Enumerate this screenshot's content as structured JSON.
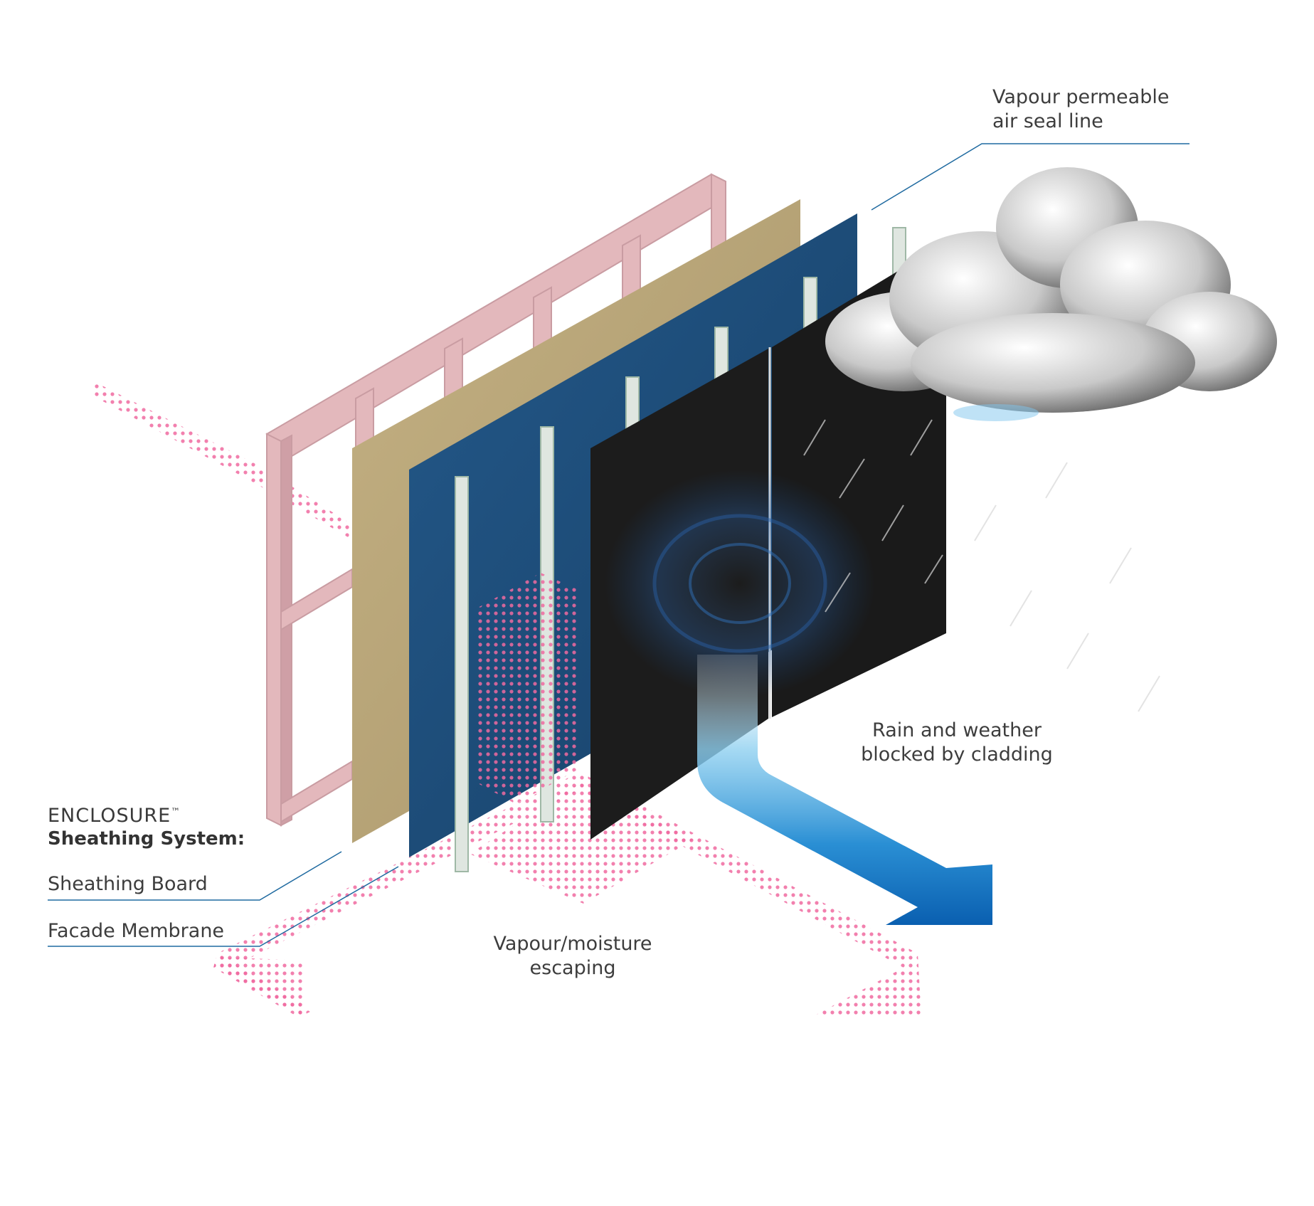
{
  "colors": {
    "frame": "#e3b8bc",
    "sheathing_board": "#b8a57a",
    "membrane": "#1f5380",
    "cladding": "#1c1c1c",
    "vapour_dots": "#f06aa0",
    "water_arrow": "#0a6cc0",
    "leader_line": "#1f6aa0",
    "batten": "#dfe6e0"
  },
  "labels": {
    "air_seal": "Vapour permeable\nair seal line",
    "rain": "Rain and weather\nblocked by cladding",
    "vapour": "Vapour/moisture\nescaping",
    "brand": "ENCLOSURE",
    "brand_mark": "™",
    "system": "Sheathing System:",
    "sheathing_board": "Sheathing Board",
    "facade_membrane": "Facade Membrane"
  },
  "icons": [
    "cloud-icon",
    "rain-streaks",
    "vapour-arrow",
    "water-arrow"
  ]
}
